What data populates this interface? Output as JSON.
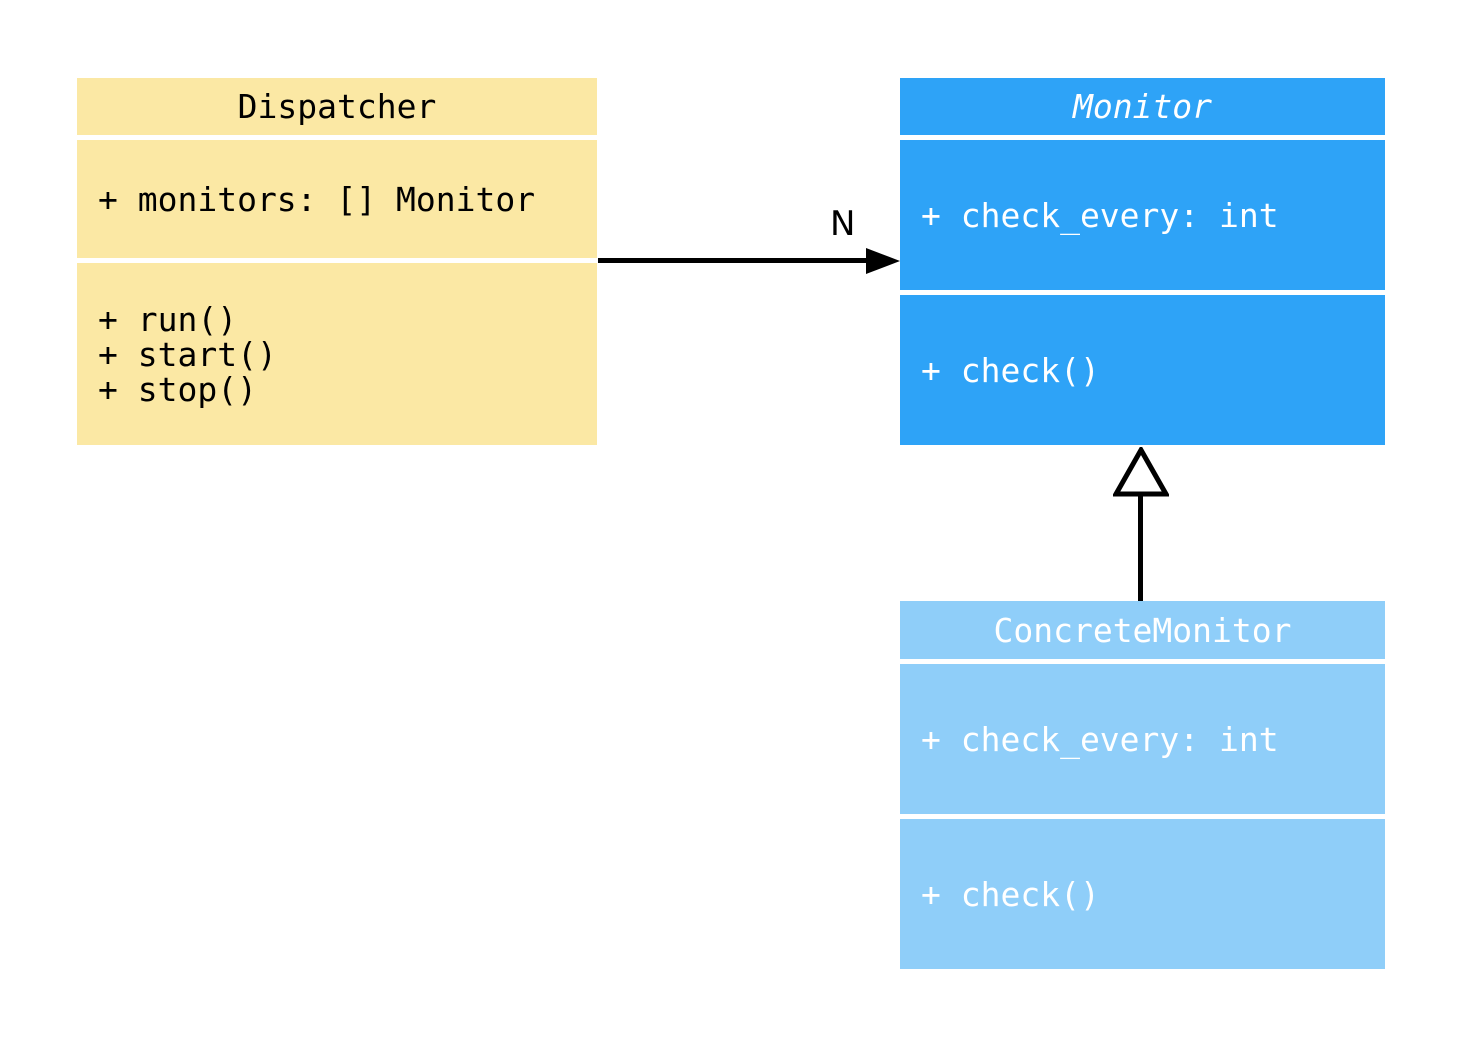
{
  "diagram": {
    "type": "uml-class-diagram",
    "classes": [
      {
        "name": "Dispatcher",
        "title": "Dispatcher",
        "stereotype": "class",
        "fill": "#FBE8A4",
        "text_color": "#000000",
        "attributes": [
          "+ monitors: [] Monitor"
        ],
        "methods": [
          "+ run()",
          "+ start()",
          "+ stop()"
        ]
      },
      {
        "name": "Monitor",
        "title": "Monitor",
        "stereotype": "abstract",
        "fill": "#2EA3F7",
        "text_color": "#FFFFFF",
        "attributes": [
          "+ check_every: int"
        ],
        "methods": [
          "+ check()"
        ]
      },
      {
        "name": "ConcreteMonitor",
        "title": "ConcreteMonitor",
        "stereotype": "class",
        "fill": "#8FCEF9",
        "text_color": "#FFFFFF",
        "attributes": [
          "+ check_every: int"
        ],
        "methods": [
          "+ check()"
        ]
      }
    ],
    "relations": [
      {
        "type": "association",
        "from": "Dispatcher",
        "to": "Monitor",
        "label": "N",
        "color": "#000000"
      },
      {
        "type": "inheritance",
        "from": "ConcreteMonitor",
        "to": "Monitor",
        "label": "",
        "color": "#000000"
      }
    ]
  }
}
